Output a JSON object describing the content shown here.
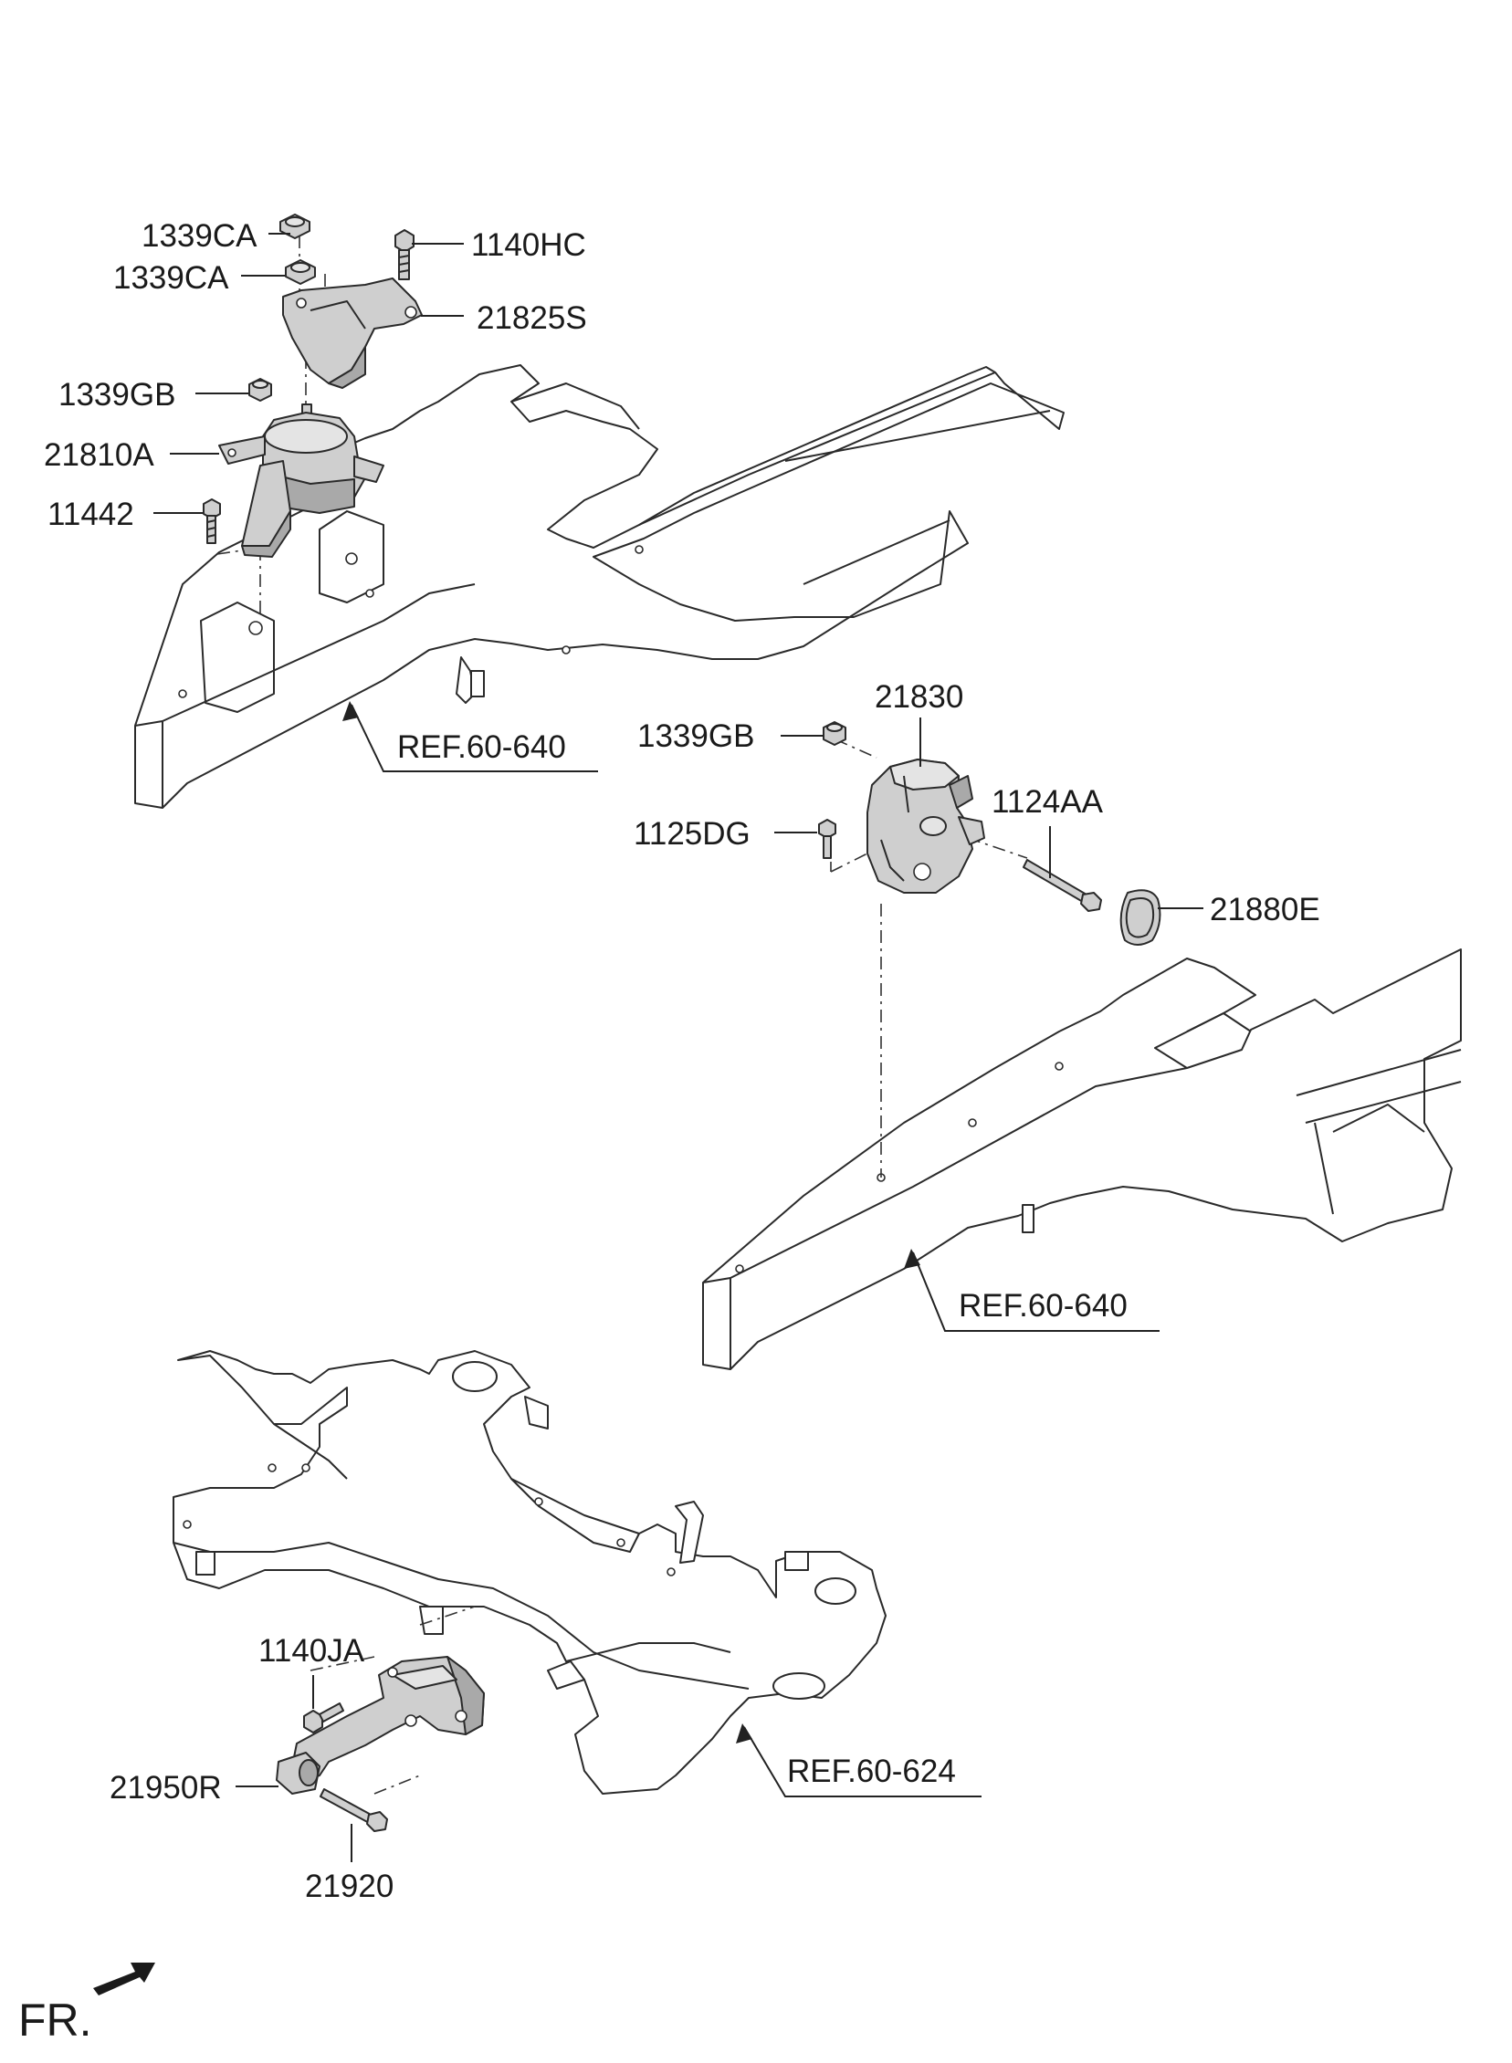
{
  "labels": {
    "p1339CA_top": "1339CA",
    "p1339CA_bot": "1339CA",
    "p1140HC": "1140HC",
    "p21825S": "21825S",
    "p1339GB_left": "1339GB",
    "p21810A": "21810A",
    "p11442": "11442",
    "ref_top": "REF.60-640",
    "p21830": "21830",
    "p1339GB_right": "1339GB",
    "p1124AA": "1124AA",
    "p1125DG": "1125DG",
    "p21880E": "21880E",
    "ref_mid": "REF.60-640",
    "p1140JA": "1140JA",
    "p21950R": "21950R",
    "ref_bottom": "REF.60-624",
    "p21920": "21920",
    "front_marker": "FR."
  },
  "colors": {
    "part_fill": "#cfcfcf",
    "part_dark": "#a9a9a9",
    "line": "#2a2a2a"
  }
}
